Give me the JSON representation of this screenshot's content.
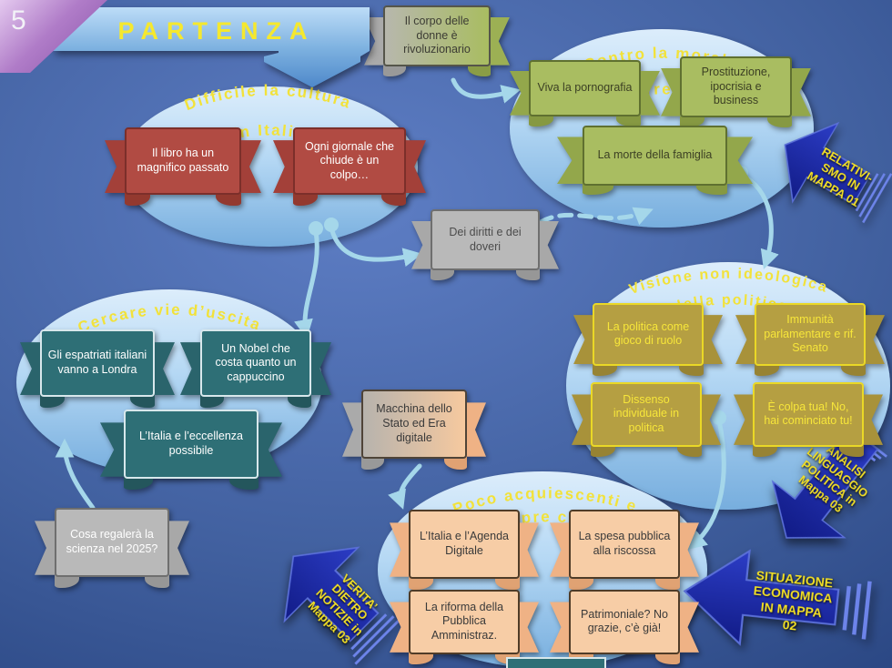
{
  "slide": {
    "number": "5",
    "title": "PARTENZA"
  },
  "palette": {
    "background_blue": "#2f4f96",
    "title_yellow": "#f2e23a",
    "ellipse_blue": "#aad4f2",
    "banner_green": "#a9bd61",
    "banner_red": "#b14b43",
    "banner_teal": "#2e6f76",
    "banner_gray": "#b9b9b9",
    "banner_gold": "#b59f42",
    "banner_peach": "#f7cda6",
    "map_arrow_blue": "#1b27a0",
    "connector_blue": "#a5d7ea",
    "corner_purple": "#b07cc8"
  },
  "ellipses": {
    "difficile": {
      "title1": "Difficile la cultura",
      "title2": "in Italia"
    },
    "contro": {
      "title1": "Contro la morale",
      "title2": "corrente"
    },
    "cercare": {
      "title1": "Cercare vie d’uscita",
      "title2": ""
    },
    "visione": {
      "title1": "Visione non ideologica",
      "title2": "della politica"
    },
    "poco": {
      "title1": "Poco acquiescenti e",
      "title2": "sempre critici"
    }
  },
  "banners": {
    "corpo": "Il corpo delle donne è rivoluzionario",
    "viva": "Viva la pornografia",
    "prostituzione": "Prostituzione, ipocrisia e business",
    "morte": "La morte della famiglia",
    "libro": "Il libro ha un magnifico passato",
    "giornale": "Ogni giornale che chiude è un colpo…",
    "diritti": "Dei diritti e dei doveri",
    "espatriati": "Gli espatriati italiani vanno a Londra",
    "nobel": "Un Nobel che costa quanto un cappuccino",
    "eccellenza": "L’Italia e l’eccellenza possibile",
    "cosa": "Cosa regalerà la scienza nel 2025?",
    "macchina": "Macchina dello Stato ed Era digitale",
    "gioco": "La politica come gioco di ruolo",
    "immunita": "Immunità parlamentare e rif. Senato",
    "dissenso": "Dissenso individuale in politica",
    "colpa": "È colpa tua! No, hai cominciato tu!",
    "agenda": "L’Italia e l’Agenda Digitale",
    "spesa": "La spesa pubblica alla riscossa",
    "riforma": "La riforma della Pubblica Amministraz.",
    "patrimoniale": "Patrimoniale? No grazie, c’è già!"
  },
  "arrows": {
    "relativismo": [
      "RELATIVI-",
      "SMO IN",
      "MAPPA 01"
    ],
    "analisi": [
      "ANALISI",
      "LINGUAGGIO",
      "POLITICA in",
      "Mappa 03"
    ],
    "situazione": [
      "SITUAZIONE",
      "ECONOMICA",
      "IN MAPPA",
      "02"
    ],
    "verita": [
      "VERITA’",
      "DIETRO",
      "NOTIZIE in",
      "Mappa 03"
    ]
  }
}
